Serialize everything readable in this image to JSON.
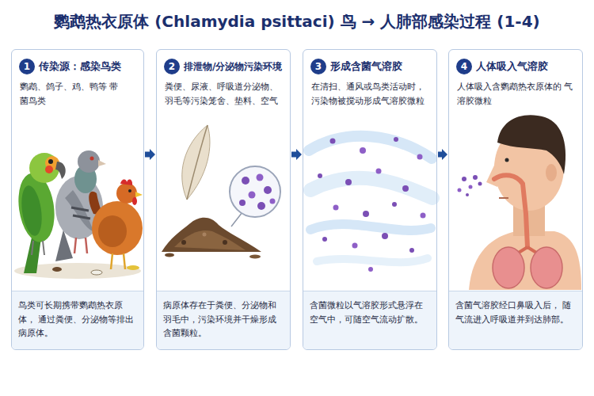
{
  "diagram": {
    "title": "鹦鹉热衣原体 (Chlamydia psittaci) 鸟 → 人肺部感染过程 (1-4)",
    "nodes": [
      {
        "text": [
          "传染源：感染鸟类",
          "鹦鹉、鸽子、鸡、鸭等 带菌鸟类",
          "鸟类可长期携带鹦鹉热衣原体， 通过粪便、分泌物等排出病原体。"
        ]
      },
      {
        "text": [
          "1"
        ],
        "in": 0
      },
      {
        "text": [
          "排泄物/分泌物污染环境",
          "粪便、尿液、呼吸道分泌物、 羽毛等污染笼舍、垫料、空气",
          "病原体存在于粪便、分泌物和 羽毛中，污染环境并干燥形成 含菌颗粒。"
        ]
      },
      {
        "text": [
          "2"
        ],
        "in": 2
      },
      {
        "text": [
          "形成含菌气溶胶",
          "在清扫、通风或鸟类活动时， 污染物被搅动形成气溶胶微粒",
          "含菌微粒以气溶胶形式悬浮在 空气中，可随空气流动扩散。"
        ]
      },
      {
        "text": [
          "3"
        ],
        "in": 4
      },
      {
        "text": [
          "人体吸入气溶胶",
          "人体吸入含鹦鹉热衣原体的 气溶胶微粒",
          "含菌气溶胶经口鼻吸入后， 随气流进入呼吸道并到达肺部。"
        ]
      },
      {
        "text": [
          "4"
        ],
        "in": 6
      }
    ],
    "edges": [
      {
        "from": 0,
        "to": 2,
        "arrow": "to"
      },
      {
        "from": 2,
        "to": 4,
        "arrow": "to"
      },
      {
        "from": 4,
        "to": 6,
        "arrow": "to"
      }
    ]
  }
}
